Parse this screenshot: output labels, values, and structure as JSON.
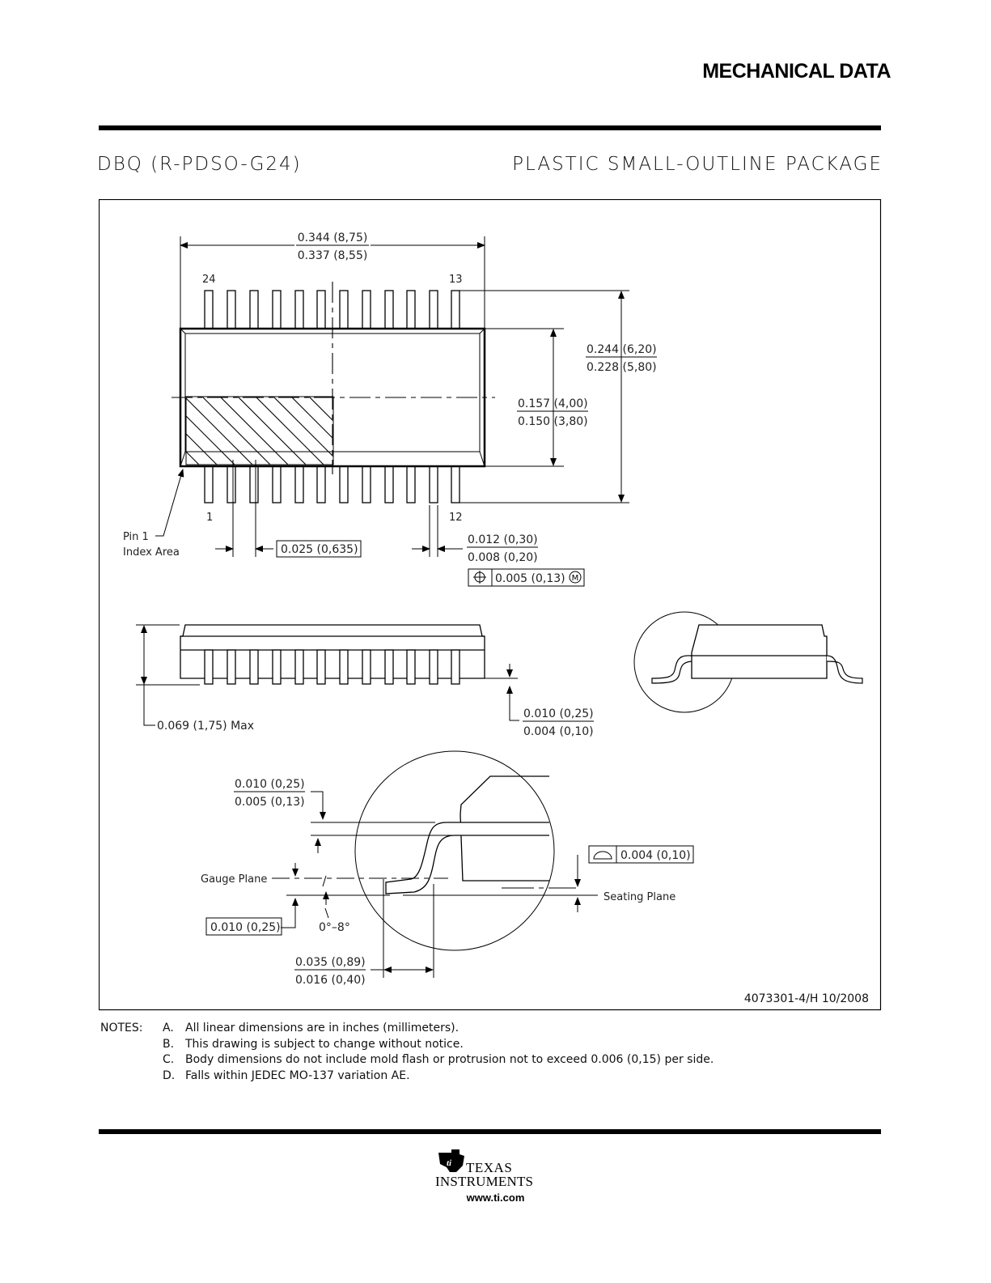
{
  "header": {
    "title": "MECHANICAL DATA"
  },
  "package": {
    "code": "DBQ (R-PDSO-G24)",
    "description": "PLASTIC SMALL-OUTLINE PACKAGE"
  },
  "drawing": {
    "pin_24": "24",
    "pin_13": "13",
    "pin_1": "1",
    "pin_12": "12",
    "pin1_label_1": "Pin 1",
    "pin1_label_2": "Index Area",
    "len_max": "0.344 (8,75)",
    "len_min": "0.337 (8,55)",
    "total_w_max": "0.244 (6,20)",
    "total_w_min": "0.228 (5,80)",
    "body_w_max": "0.157 (4,00)",
    "body_w_min": "0.150 (3,80)",
    "pitch": "0.025 (0,635)",
    "lead_w_max": "0.012 (0,30)",
    "lead_w_min": "0.008 (0,20)",
    "pos_tol": "0.005 (0,13)",
    "pos_mod": "M",
    "height_max": "0.069 (1,75) Max",
    "standoff_max": "0.010 (0,25)",
    "standoff_min": "0.004 (0,10)",
    "lead_t_max": "0.010 (0,25)",
    "lead_t_min": "0.005 (0,13)",
    "gauge_plane": "Gauge Plane",
    "seating_plane": "Seating Plane",
    "gauge_dim": "0.010 (0,25)",
    "angle": "0°–8°",
    "coplanarity": "0.004 (0,10)",
    "foot_max": "0.035 (0,89)",
    "foot_min": "0.016 (0,40)",
    "drawing_id": "4073301-4/H  10/2008"
  },
  "notes": {
    "label": "NOTES:",
    "items": [
      {
        "letter": "A.",
        "text": "All linear dimensions are in inches (millimeters)."
      },
      {
        "letter": "B.",
        "text": "This drawing is subject to change without notice."
      },
      {
        "letter": "C.",
        "text": "Body dimensions do not include mold flash or protrusion not to exceed 0.006 (0,15) per side."
      },
      {
        "letter": "D.",
        "text": "Falls within JEDEC MO-137 variation AE."
      }
    ]
  },
  "footer": {
    "brand_line1": "TEXAS",
    "brand_line2": "INSTRUMENTS",
    "url": "www.ti.com"
  }
}
